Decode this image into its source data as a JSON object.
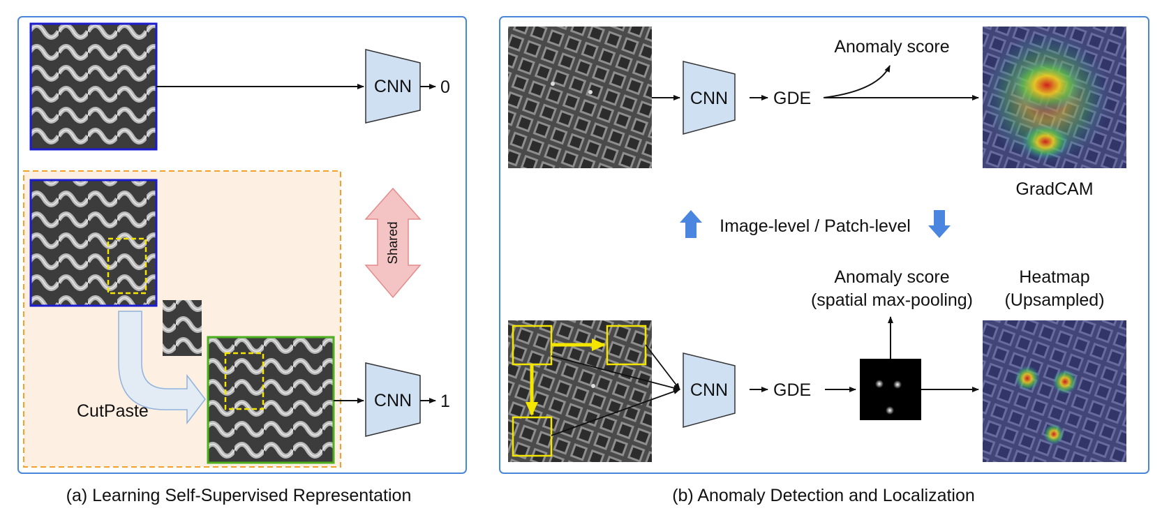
{
  "panel_a": {
    "cnn_top_label": "CNN",
    "output_top": "0",
    "cnn_bottom_label": "CNN",
    "output_bottom": "1",
    "shared_label": "Shared",
    "cutpaste_label": "CutPaste",
    "caption": "(a) Learning Self-Supervised Representation"
  },
  "panel_b": {
    "top_cnn_label": "CNN",
    "top_gde_label": "GDE",
    "top_score_label": "Anomaly score",
    "gradcam_label": "GradCAM",
    "level_label": "Image-level / Patch-level",
    "bottom_cnn_label": "CNN",
    "bottom_gde_label": "GDE",
    "bottom_score_line1": "Anomaly score",
    "bottom_score_line2": "(spatial max-pooling)",
    "heatmap_line1": "Heatmap",
    "heatmap_line2": "(Upsampled)",
    "caption": "(b) Anomaly Detection and Localization"
  },
  "colors": {
    "panel_border": "#4a86d8",
    "cnn_fill": "#cfe0f3",
    "cutpaste_region": "#fdf0e3",
    "cutpaste_border": "#f3a12a",
    "shared_arrow": "#f4c4c4",
    "level_arrow": "#4a86e0",
    "yellow": "#f5e600",
    "green_border": "#4caf1e",
    "blue_border": "#1b1bd0"
  }
}
